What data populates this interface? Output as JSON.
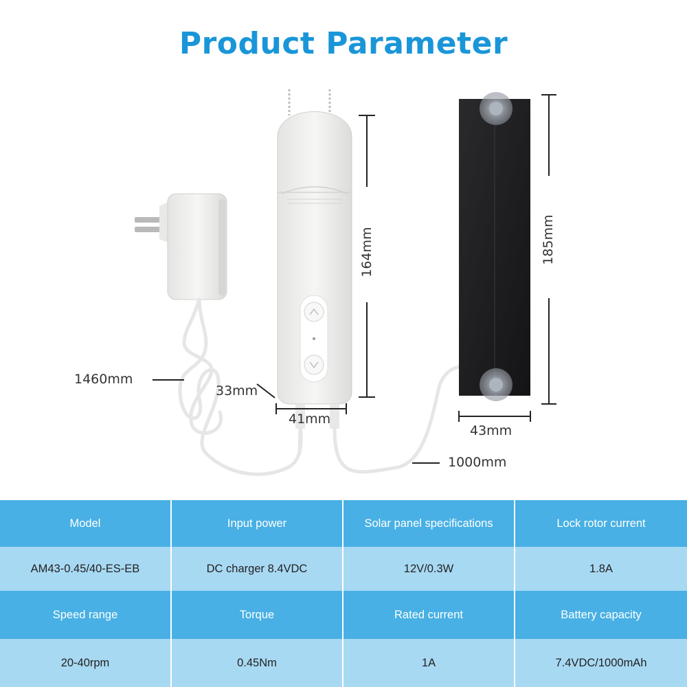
{
  "title": "Product Parameter",
  "dimensions": {
    "cable_length": "1460mm",
    "depth": "33mm",
    "width_motor": "41mm",
    "height_motor": "164mm",
    "height_panel": "185mm",
    "width_panel": "43mm",
    "panel_cable": "1000mm"
  },
  "specs": {
    "row1_headers": [
      "Model",
      "Input power",
      "Solar panel specifications",
      "Lock rotor current"
    ],
    "row1_values": [
      "AM43-0.45/40-ES-EB",
      "DC charger 8.4VDC",
      "12V/0.3W",
      "1.8A"
    ],
    "row2_headers": [
      "Speed range",
      "Torque",
      "Rated current",
      "Battery capacity"
    ],
    "row2_values": [
      "20-40rpm",
      "0.45Nm",
      "1A",
      "7.4VDC/1000mAh"
    ]
  },
  "colors": {
    "title": "#1a96d8",
    "header_bg": "#48b0e4",
    "value_bg": "#a8d9f3"
  }
}
